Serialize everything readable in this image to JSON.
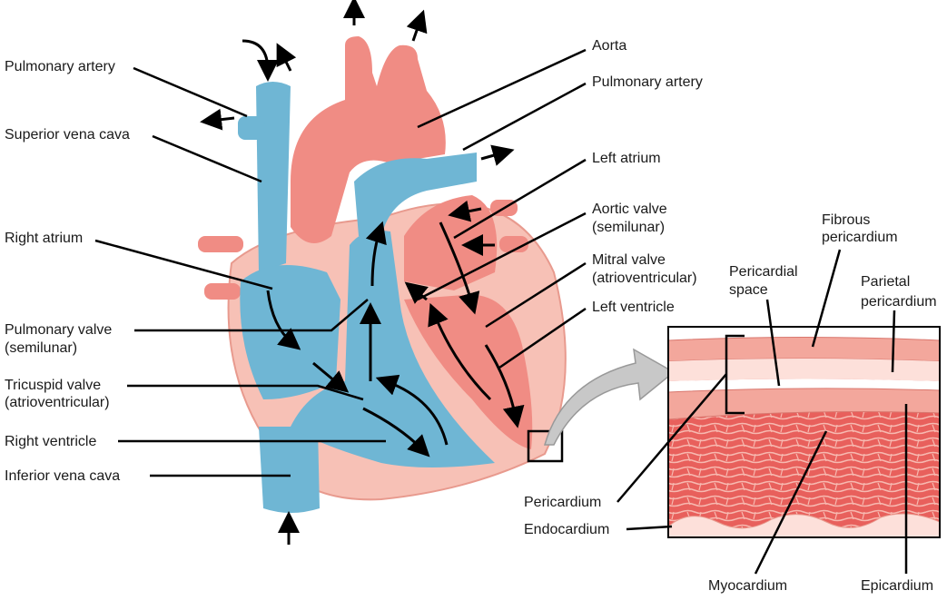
{
  "colors": {
    "oxygenated": "#f08c84",
    "deoxygenated": "#6fb6d4",
    "tissue": "#f7c1b6",
    "myocardium": "#e8605c"
  },
  "labels_left": {
    "pulmonary_artery": "Pulmonary artery",
    "superior_vena_cava": "Superior vena cava",
    "right_atrium": "Right atrium",
    "pulmonary_valve": "Pulmonary valve",
    "pulmonary_valve_sub": "(semilunar)",
    "tricuspid_valve": "Tricuspid valve",
    "tricuspid_valve_sub": "(atrioventricular)",
    "right_ventricle": "Right ventricle",
    "inferior_vena_cava": "Inferior vena cava"
  },
  "labels_right": {
    "aorta": "Aorta",
    "pulmonary_artery": "Pulmonary artery",
    "left_atrium": "Left atrium",
    "aortic_valve": "Aortic valve",
    "aortic_valve_sub": "(semilunar)",
    "mitral_valve": "Mitral valve",
    "mitral_valve_sub": "(atrioventricular)",
    "left_ventricle": "Left ventricle"
  },
  "labels_inset": {
    "fibrous_1": "Fibrous",
    "fibrous_2": "pericardium",
    "pericardial_space_1": "Pericardial",
    "pericardial_space_2": "space",
    "parietal_1": "Parietal",
    "parietal_2": "pericardium",
    "pericardium": "Pericardium",
    "endocardium": "Endocardium",
    "myocardium": "Myocardium",
    "epicardium": "Epicardium"
  }
}
